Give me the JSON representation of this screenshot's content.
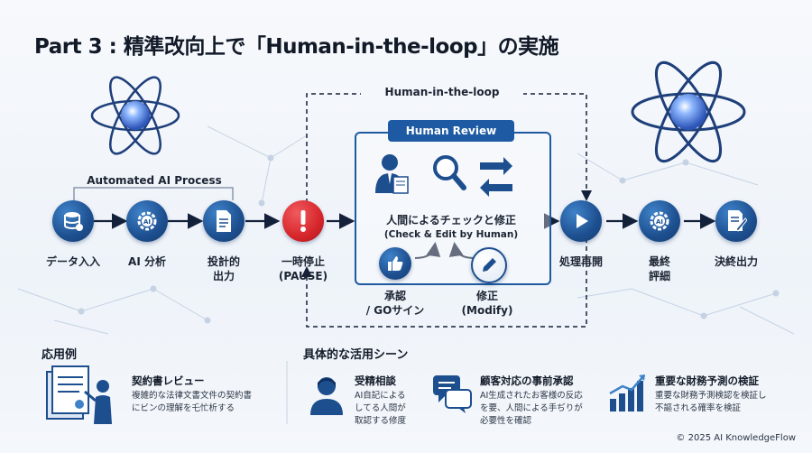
{
  "title": "Part 3 : 精準改向上で「Human-in-the-loop」の実施",
  "loop_label": "Human-in-the-loop",
  "auto_label": "Automated AI Process",
  "human_review_tag": "Human Review",
  "flow_nodes": [
    {
      "label": "データ入入",
      "icon": "database-icon"
    },
    {
      "label": "AI 分析",
      "icon": "ai-gear-icon"
    },
    {
      "label": "投計的\n出力",
      "icon": "document-icon"
    },
    {
      "label": "一時停止\n(PAUSE)",
      "icon": "alert-icon"
    },
    {
      "label": "処理再開",
      "icon": "play-icon"
    },
    {
      "label": "最終\n評細",
      "icon": "ai-gear-icon"
    },
    {
      "label": "決終出力",
      "icon": "edit-document-icon"
    }
  ],
  "review": {
    "main_label": "人間によるチェックと修正",
    "sub_label": "(Check & Edit by Human)",
    "approve_label": "承認\n/ GOサイン",
    "modify_label": "修正\n(Modify)"
  },
  "examples": {
    "title": "応用例",
    "item": {
      "title": "契約書レビュー",
      "desc": "複雑的な法律文書文件の契約書\nにビンの理解を乇忙析する"
    }
  },
  "scenes": {
    "title": "具体的な活用シーン",
    "items": [
      {
        "title": "受精相談",
        "desc": "AI自記による\nしてる人間が\n取認する修度",
        "icon": "person-icon"
      },
      {
        "title": "顧客対応の事前承認",
        "desc": "AI生成されたお客様の反応\nを要、人間による手ぢりが\n必要性を確認",
        "icon": "chat-icon"
      },
      {
        "title": "重要な財務予測の検証",
        "desc": "重要な財務予測検認を検証し\n不謳される確率を検証",
        "icon": "bar-chart-icon"
      }
    ]
  },
  "footer": "© 2025 AI KnowledgeFlow",
  "colors": {
    "primary": "#1d5aa3",
    "alert": "#d6262b",
    "dark": "#121a28"
  }
}
